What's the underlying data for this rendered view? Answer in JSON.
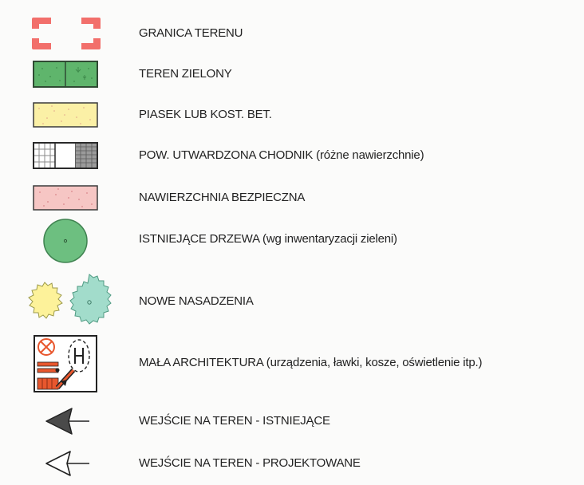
{
  "legend": {
    "items": [
      {
        "label": "GRANICA TERENU",
        "icon": "boundary-corners-icon",
        "color": "#f26f6b"
      },
      {
        "label": "TEREN ZIELONY",
        "icon": "green-area-swatch-icon",
        "color": "#5db36b"
      },
      {
        "label": "PIASEK LUB KOST. BET.",
        "icon": "sand-swatch-icon",
        "color": "#fbf0a6"
      },
      {
        "label": "POW. UTWARDZONA CHODNIK (różne nawierzchnie)",
        "icon": "paved-surface-swatch-icon",
        "color": "#9a9a9a"
      },
      {
        "label": "NAWIERZCHNIA BEZPIECZNA",
        "icon": "safe-surface-swatch-icon",
        "color": "#f5c2c2"
      },
      {
        "label": "ISTNIEJĄCE DRZEWA (wg inwentaryzacji zieleni)",
        "icon": "existing-tree-icon",
        "color": "#6dbf80"
      },
      {
        "label": "NOWE NASADZENIA",
        "icon": "new-planting-icon",
        "color": "#9fd9c4"
      },
      {
        "label": "MAŁA ARCHITEKTURA (urządzenia, ławki, kosze, oświetlenie itp.)",
        "icon": "small-architecture-icon",
        "color": "#e8572e"
      },
      {
        "label": "WEJŚCIE NA TEREN - ISTNIEJĄCE",
        "icon": "existing-entrance-arrow-icon",
        "color": "#4a4a4a"
      },
      {
        "label": "WEJŚCIE NA TEREN - PROJEKTOWANE",
        "icon": "planned-entrance-arrow-icon",
        "color": "#333333"
      }
    ]
  }
}
